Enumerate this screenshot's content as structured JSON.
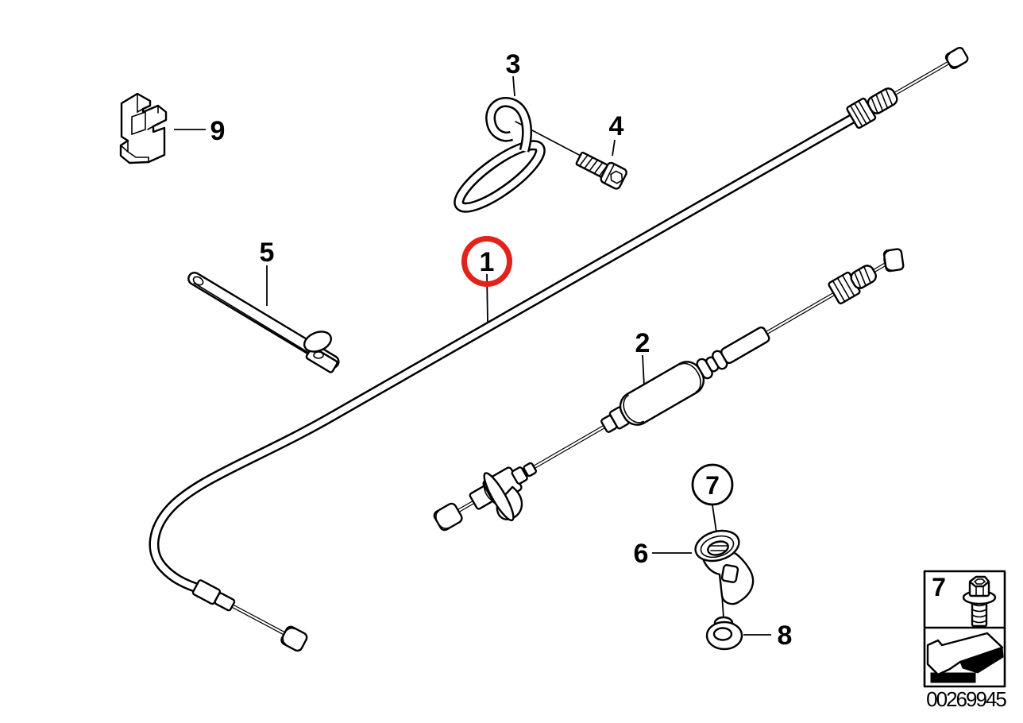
{
  "diagram": {
    "background_color": "#ffffff",
    "line_color": "#000000",
    "highlight_color": "#e2231a",
    "callouts": {
      "1": {
        "label": "1",
        "style": "red-circled"
      },
      "2": {
        "label": "2",
        "style": "plain"
      },
      "3": {
        "label": "3",
        "style": "plain"
      },
      "4": {
        "label": "4",
        "style": "plain"
      },
      "5": {
        "label": "5",
        "style": "plain"
      },
      "6": {
        "label": "6",
        "style": "plain"
      },
      "7": {
        "label": "7",
        "style": "circled"
      },
      "8": {
        "label": "8",
        "style": "plain"
      },
      "9": {
        "label": "9",
        "style": "plain"
      }
    },
    "legend": {
      "item_label": "7",
      "item_icon": "flange-screw-icon",
      "footer_icon": "direction-arrow-icon"
    },
    "footer": {
      "image_number": "00269945"
    }
  }
}
